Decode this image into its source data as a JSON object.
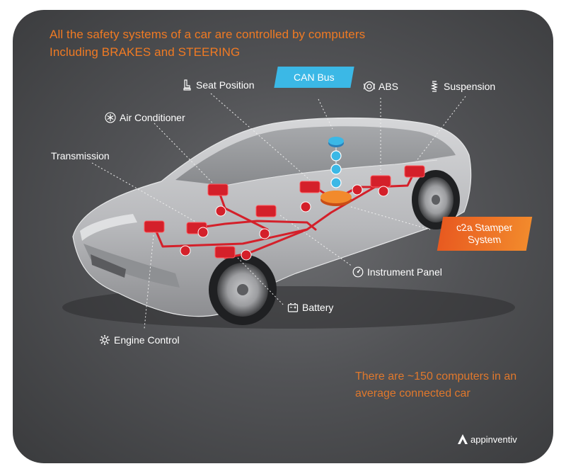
{
  "headline": {
    "line1": "All the safety systems of a car are controlled by computers",
    "line2": "Including BRAKES and STEERING"
  },
  "labels": {
    "can_bus": "CAN Bus",
    "seat_position": "Seat Position",
    "abs": "ABS",
    "suspension": "Suspension",
    "air_conditioner": "Air Conditioner",
    "transmission": "Transmission",
    "c2a_line1": "c2a Stamper",
    "c2a_line2": "System",
    "instrument_panel": "Instrument Panel",
    "battery": "Battery",
    "engine_control": "Engine Control"
  },
  "footnote": "There are ~150 computers in an average connected car",
  "brand": "appinventiv",
  "colors": {
    "background": "#525356",
    "headline": "#f07a23",
    "can_bus": "#3bb8e6",
    "c2a": "#ec6a24",
    "network": "#d4202a",
    "hub": "#f28a2c"
  },
  "icons": {
    "seat_position": "seat-icon",
    "abs": "abs-icon",
    "suspension": "suspension-icon",
    "air_conditioner": "snowflake-icon",
    "instrument_panel": "gauge-icon",
    "battery": "battery-icon",
    "engine_control": "gear-icon",
    "brand": "logo-icon"
  }
}
